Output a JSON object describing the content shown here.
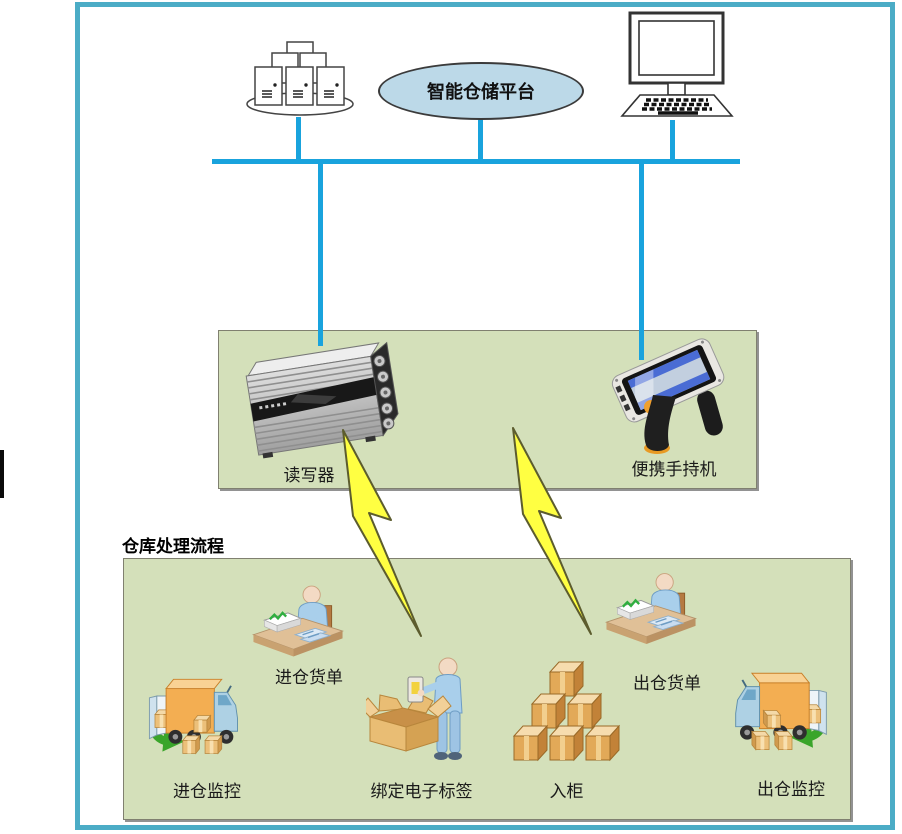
{
  "colors": {
    "frame": "#4BACC6",
    "bus_line": "#19A3DD",
    "ellipse_fill": "#BCD9E8",
    "panel_fill": "#D4E0BA",
    "panel_border": "#808070",
    "bolt_fill": "#FFFF42",
    "bolt_stroke": "#5C5C2E"
  },
  "platform": {
    "label": "智能仓储平台"
  },
  "devices": {
    "reader_label": "读写器",
    "handheld_label": "便携手持机"
  },
  "flow": {
    "title": "仓库处理流程",
    "inbound_order": "进仓货单",
    "outbound_order": "出仓货单",
    "inbound_monitor": "进仓监控",
    "bind_tag": "绑定电子标签",
    "cabinet": "入柜",
    "outbound_monitor": "出仓监控"
  }
}
